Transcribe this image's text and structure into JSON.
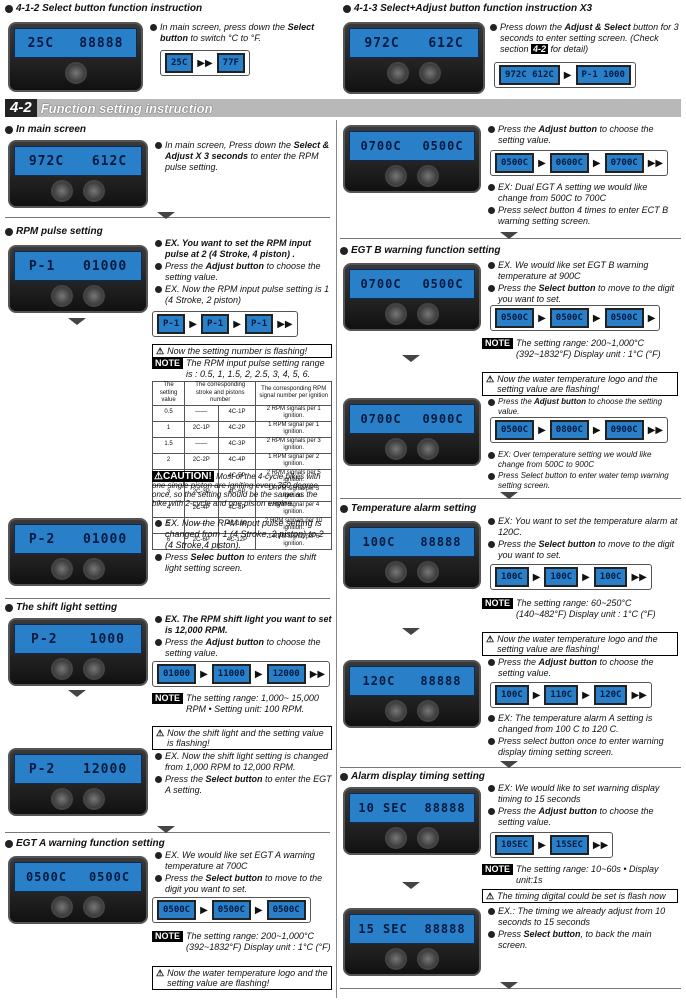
{
  "top_left": {
    "heading": "4-1-2 Select button function instruction",
    "text_pre": "In main screen, press down the ",
    "text_bold": "Select button",
    "text_post": " to switch °C to °F.",
    "gauge": [
      "25C",
      "88888"
    ],
    "mini": [
      "25C",
      "77F"
    ]
  },
  "top_right": {
    "heading": "4-1-3 Select+Adjust button function instruction X3",
    "text1": "Press down the ",
    "bold1": "Adjust & Select",
    "text2": " button for 3 seconds to enter setting screen. (Check section ",
    "ref": "4-2",
    "text3": " for detail)",
    "gauge": [
      "972C",
      "612C"
    ],
    "mini": [
      "972C",
      "612C",
      "P-1",
      "1000"
    ]
  },
  "banner": {
    "num": "4-2",
    "title": "Function setting instruction"
  },
  "main_screen": {
    "heading": "In main screen",
    "text_pre": "In main screen, Press down the ",
    "text_bold": "Select & Adjust X 3 seconds",
    "text_post": " to enter the RPM pulse setting.",
    "gauge": [
      "972C",
      "612C"
    ]
  },
  "rpm": {
    "heading": "RPM pulse setting",
    "gauge": [
      "P-1",
      "01000"
    ],
    "l1": "EX. You want to set the RPM input pulse at 2 (4 Stroke, 4 piston) .",
    "l2a": "Press the ",
    "l2b": "Adjust button",
    "l2c": " to choose the setting value.",
    "l3": "EX. Now the RPM input pulse setting is 1 (4 Stroke, 2 piston)",
    "strip": [
      "P-1",
      "P-1",
      "P-1"
    ],
    "warn": "Now the setting number is flashing!",
    "note_tag": "NOTE",
    "note": "The RPM input pulse setting range is : 0.5, 1, 1.5, 2, 2.5, 3, 4, 5, 6.",
    "table_head": [
      "The setting value",
      "The corresponding stroke and pistons number",
      "The corresponding RPM signal number per ignition"
    ],
    "table_rows": [
      [
        "0.5",
        "——",
        "4C-1P",
        "2 RPM signals per 1 ignition."
      ],
      [
        "1",
        "2C-1P",
        "4C-2P",
        "1 RPM signal per 1 ignition."
      ],
      [
        "1.5",
        "——",
        "4C-3P",
        "2 RPM signals per 3 ignition."
      ],
      [
        "2",
        "2C-2P",
        "4C-4P",
        "1 RPM signal per 2 ignition."
      ],
      [
        "2.5",
        "——",
        "4C-5P",
        "2 RPM signals per 5 ignition."
      ],
      [
        "3",
        "2C-3P",
        "4C-6P",
        "1 RPM signal per 3 ignition."
      ],
      [
        "4",
        "2C-4P",
        "4C-8P",
        "1 RPM signal per 4 ignition."
      ],
      [
        "5",
        "——",
        "4C-10P",
        "2 RPM signals per 10 ignition."
      ],
      [
        "6",
        "2C-6P",
        "4C-12P",
        "1 RPM signal per 6 ignition."
      ]
    ],
    "caution_tag": "CAUTION!",
    "caution": "Most of the 4-cycle bikes with one single piston are igniting every 360 degree once, so the setting should be the same as the bike with 2-cycle and one piston engine."
  },
  "rpm2": {
    "gauge": [
      "P-2",
      "01000"
    ],
    "l1": "EX. Now the RPM input pulse setting is changed from 1 (4 Stroke, 2 piston) to 2 (4 Stroke,4 piston).",
    "l2a": "Press ",
    "l2b": "Selec button",
    "l2c": " to enters the shift light setting screen."
  },
  "shift": {
    "heading": "The shift light setting",
    "gauge": [
      "P-2",
      "1000"
    ],
    "l1": "EX. The RPM shift light you want to set is 12,000 RPM.",
    "l2a": "Press the ",
    "l2b": "Adjust button",
    "l2c": " to choose the setting value.",
    "strip": [
      "01000",
      "11000",
      "12000"
    ],
    "note_tag": "NOTE",
    "note": "The setting range: 1,000~ 15,000 RPM • Setting unit: 100 RPM.",
    "warn": "Now the shift light and the setting value is flashing!"
  },
  "shift2": {
    "gauge": [
      "P-2",
      "12000"
    ],
    "l1": "EX. Now the shift light setting is changed from 1,000 RPM to 12,000 RPM.",
    "l2a": "Press the ",
    "l2b": "Select button",
    "l2c": " to enter the EGT A setting."
  },
  "egta": {
    "heading": "EGT A warning function setting",
    "gauge": [
      "0500C",
      "0500C"
    ],
    "l1": "EX. We would like set EGT A warning temperature at 700C",
    "l2a": "Press the ",
    "l2b": "Select button",
    "l2c": " to move to the digit you want to set.",
    "strip": [
      "0500C",
      "0500C",
      "0500C"
    ],
    "note_tag": "NOTE",
    "note": "The setting range: 200~1,000°C (392~1832°F) Display unit : 1°C (°F)",
    "warn": "Now the water temperature logo and the setting value are flashing!"
  },
  "egta2": {
    "gauge": [
      "0700C",
      "0500C"
    ],
    "l1a": "Press the ",
    "l1b": "Adjust button",
    "l1c": " to choose the setting value.",
    "strip": [
      "0500C",
      "0600C",
      "0700C"
    ],
    "l2": "EX: Dual EGT A setting we would like change from 500C to 700C",
    "l3": "Press select button 4 times to enter ECT B warning setting screen."
  },
  "egtb": {
    "heading": "EGT B warning function setting",
    "gauge": [
      "0700C",
      "0500C"
    ],
    "l1": "EX. We would like set EGT B warning temperature at 900C",
    "l2a": "Press the ",
    "l2b": "Select button",
    "l2c": " to move to the digit you want to set.",
    "strip": [
      "0500C",
      "0500C",
      "0500C"
    ],
    "note_tag": "NOTE",
    "note": "The setting range: 200~1,000°C (392~1832°F) Display unit : 1°C (°F)",
    "warn": "Now the water temperature logo and the setting value are flashing!"
  },
  "egtb2": {
    "gauge": [
      "0700C",
      "0900C"
    ],
    "l1a": "Press the ",
    "l1b": "Adjust button",
    "l1c": " to choose the setting value.",
    "strip": [
      "0500C",
      "0800C",
      "0900C"
    ],
    "l2": "EX: Over temperature setting we would like change from 500C to 900C",
    "l3": "Press Select button to enter water temp warning setting screen."
  },
  "temp": {
    "heading": "Temperature alarm setting",
    "gauge": [
      "100C",
      "88888"
    ],
    "l1": "EX: You want to set the temperature alarm at 120C.",
    "l2a": "Press the ",
    "l2b": "Select button",
    "l2c": " to move to the digit you want to set.",
    "strip": [
      "100C",
      "100C",
      "100C"
    ],
    "note_tag": "NOTE",
    "note": "The setting range: 60~250°C (140~482°F) Display unit : 1°C (°F)",
    "warn": "Now the water temperature logo and the setting value are flashing!"
  },
  "temp2": {
    "gauge": [
      "120C",
      "88888"
    ],
    "l1a": "Press the ",
    "l1b": "Adjust button",
    "l1c": " to choose the setting value.",
    "strip": [
      "100C",
      "110C",
      "120C"
    ],
    "l2": "EX: The temperature alarm A setting is changed from 100 C to 120 C.",
    "l3": "Press select button once to enter warning display timing setting screen."
  },
  "alarm": {
    "heading": "Alarm display timing setting",
    "gauge": [
      "10 SEC",
      "88888"
    ],
    "l1": "EX: We would like to set warning display timing to 15 seconds",
    "l2a": "Press the ",
    "l2b": "Adjust button",
    "l2c": " to choose the setting value.",
    "strip": [
      "10SEC",
      "15SEC"
    ],
    "note_tag": "NOTE",
    "note": "The setting range: 10~60s • Display unit:1s",
    "warn": "The timing digital could be set is flash now"
  },
  "alarm2": {
    "gauge": [
      "15 SEC",
      "88888"
    ],
    "l1": "EX.: The timing we already adjust from 10 seconds to 15 seconds",
    "l2a": "Press ",
    "l2b": "Select button",
    "l2c": ", to back the main screen."
  }
}
